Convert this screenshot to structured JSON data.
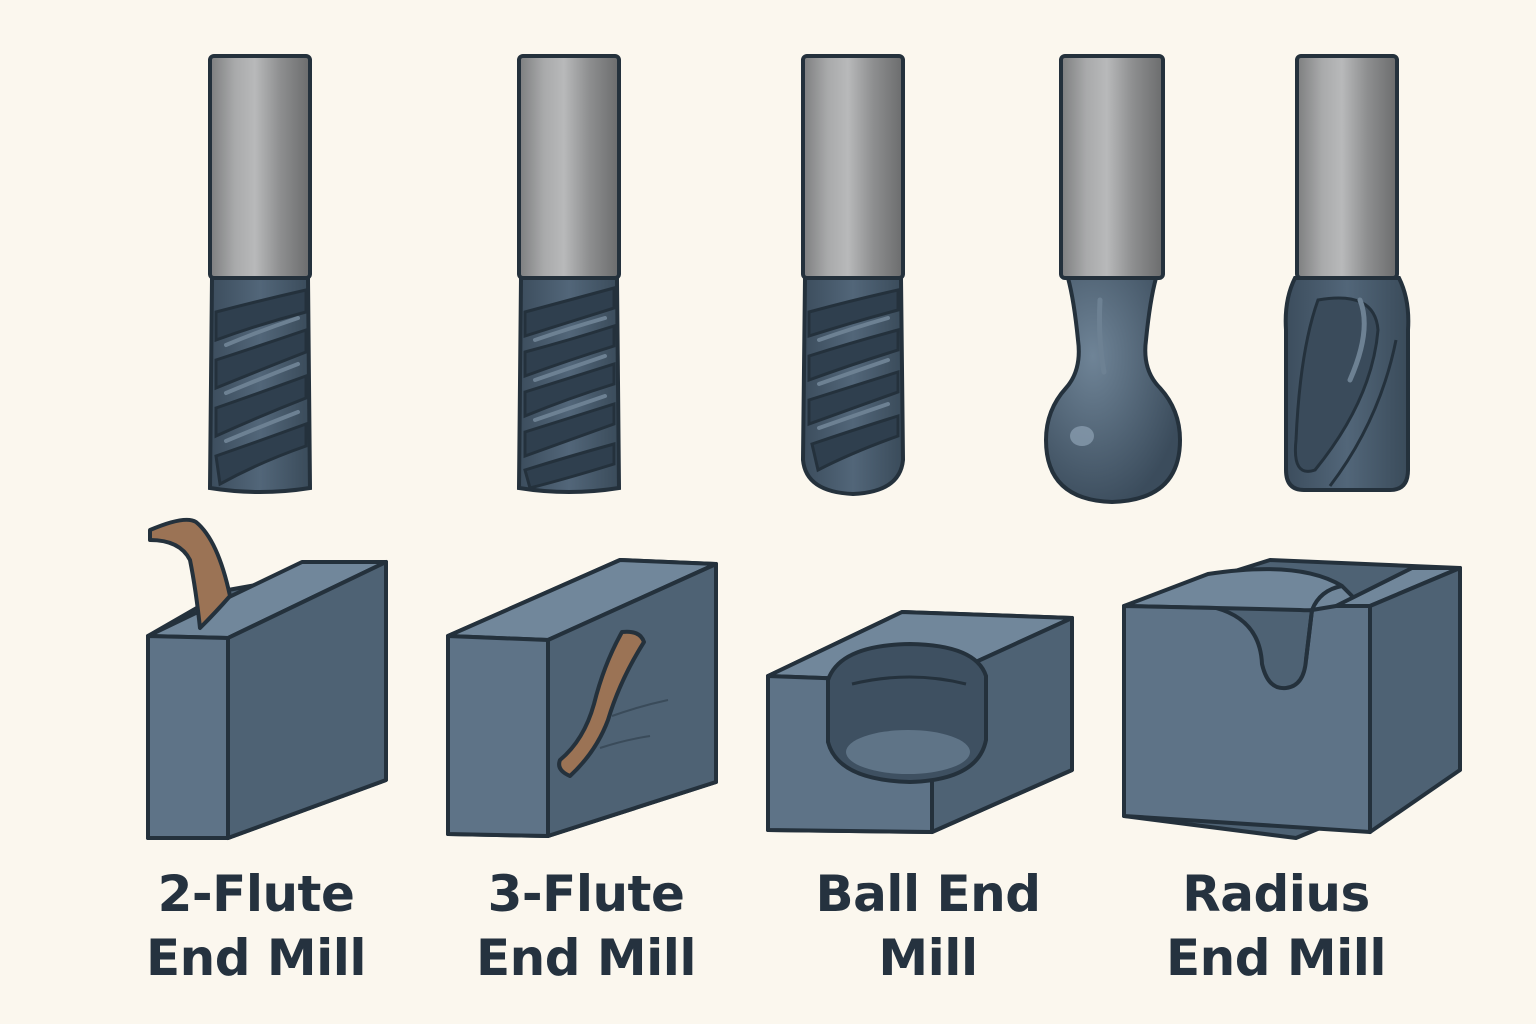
{
  "colors": {
    "background": "#fbf7ee",
    "outline": "#24313c",
    "shank_light": "#a9aaab",
    "shank_mid": "#8e8f90",
    "shank_dark": "#6f7071",
    "cutter_body": "#4d6173",
    "cutter_dark": "#2f3f4e",
    "cutter_light": "#6d8193",
    "block_front": "#5e7387",
    "block_side": "#4e6274",
    "block_top": "#71879b",
    "chip": "#9b7355",
    "label_text": "#25323f"
  },
  "tools": [
    {
      "name": "end-mill-tool-1",
      "tip": "flat"
    },
    {
      "name": "end-mill-tool-2",
      "tip": "flat"
    },
    {
      "name": "end-mill-tool-3",
      "tip": "rounded"
    },
    {
      "name": "end-mill-tool-4",
      "tip": "ball"
    },
    {
      "name": "end-mill-tool-5",
      "tip": "radius"
    }
  ],
  "workpieces": [
    {
      "name": "workpiece-2-flute",
      "feature": "top-edge chip"
    },
    {
      "name": "workpiece-3-flute",
      "feature": "side chip"
    },
    {
      "name": "workpiece-ball-end",
      "feature": "spherical pocket"
    },
    {
      "name": "workpiece-radius-end",
      "feature": "rounded slot"
    }
  ],
  "labels": [
    {
      "line1": "2-Flute",
      "line2": "End Mill"
    },
    {
      "line1": "3-Flute",
      "line2": "End Mill"
    },
    {
      "line1": "Ball End",
      "line2": "Mill"
    },
    {
      "line1": "Radius",
      "line2": "End Mill"
    }
  ]
}
